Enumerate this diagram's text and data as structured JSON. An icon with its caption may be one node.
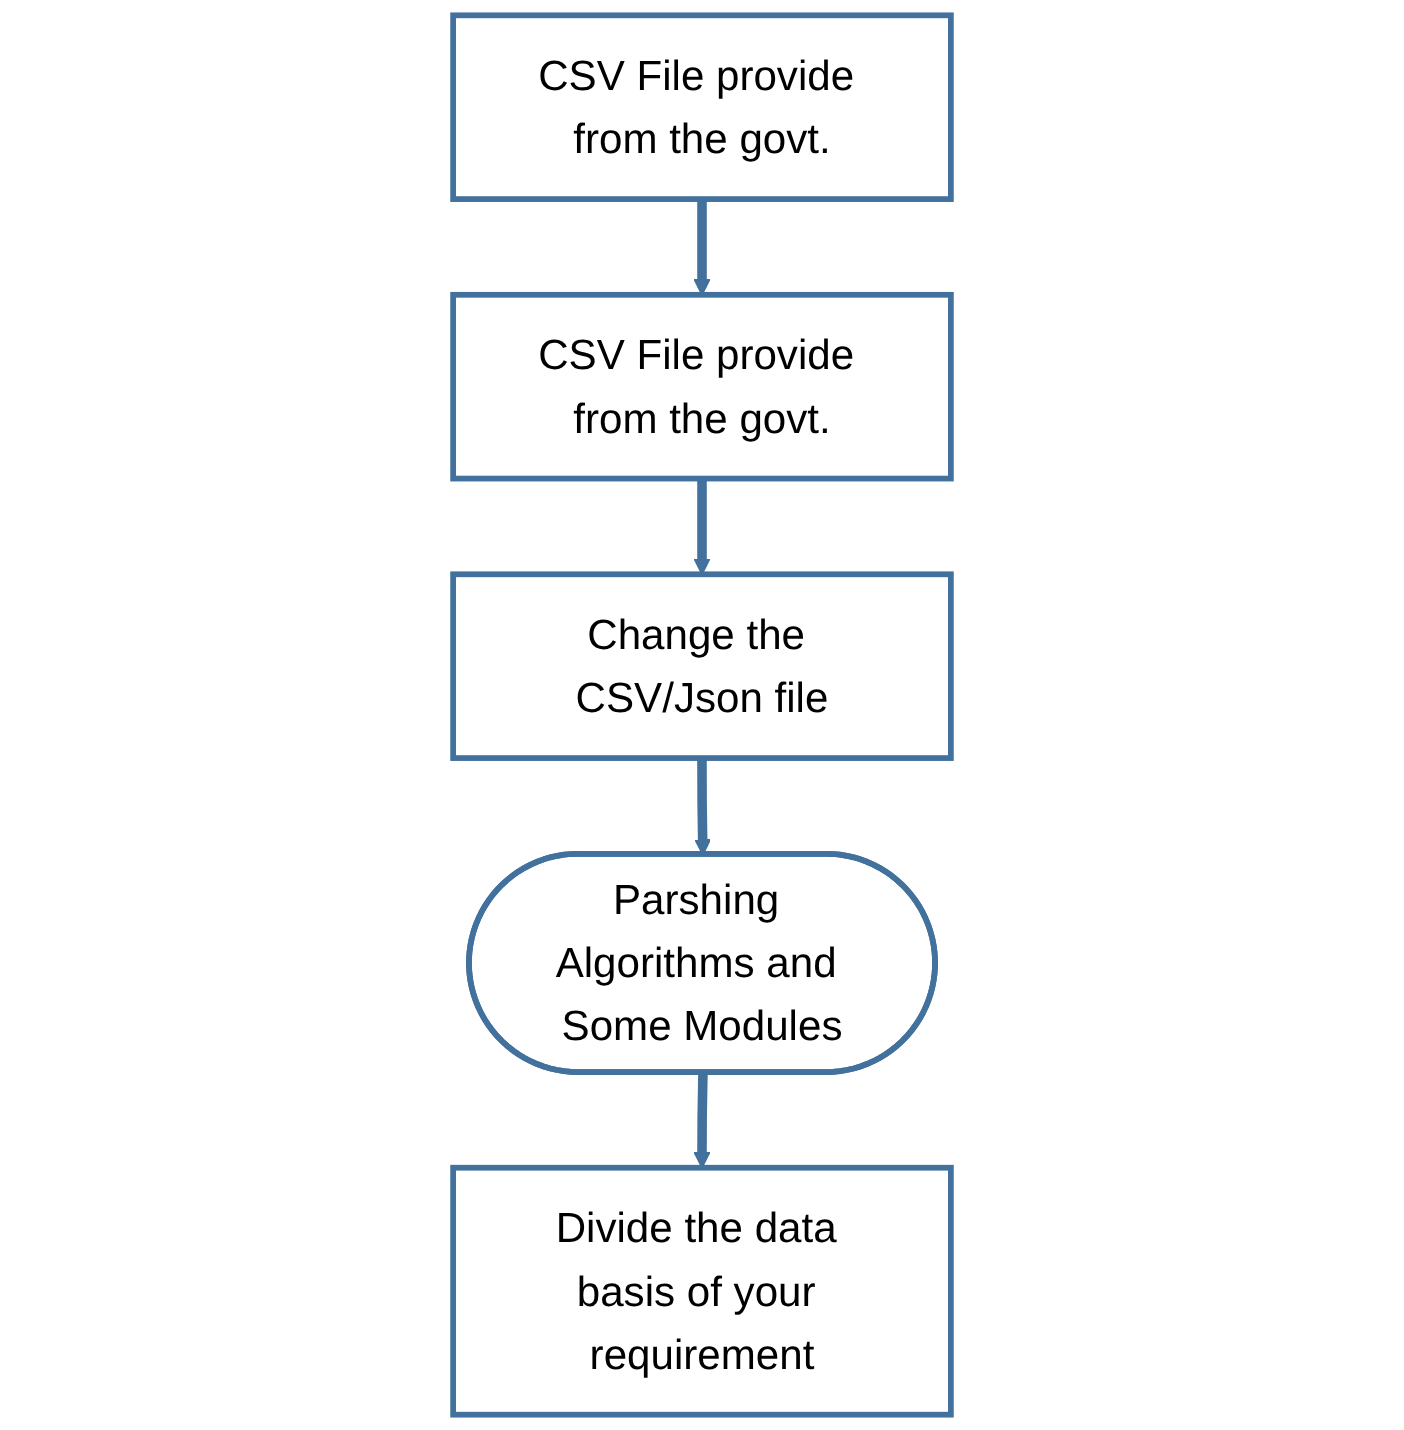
{
  "diagram": {
    "nodes": [
      {
        "text": [
          "CSV File provide from the govt."
        ]
      },
      {
        "text": [
          "CSV File provide from the govt."
        ]
      },
      {
        "text": [
          "Change the CSV/Json file"
        ]
      },
      {
        "text": [
          "Divide the data basis of your requirement"
        ]
      },
      {
        "text": [
          "Parshing Algorithms and Some Modules"
        ]
      }
    ],
    "edges": [
      {
        "from": 0,
        "to": 1,
        "arrow": "to"
      },
      {
        "from": 1,
        "to": 2,
        "arrow": "to"
      },
      {
        "from": 2,
        "to": 4,
        "arrow": "to"
      },
      {
        "from": 4,
        "to": 3,
        "arrow": "to"
      }
    ]
  }
}
